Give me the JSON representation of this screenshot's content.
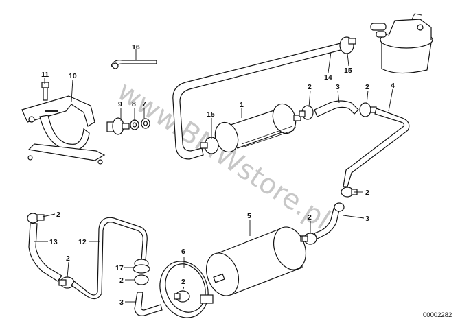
{
  "diagram": {
    "callouts": [
      "1",
      "2",
      "3",
      "4",
      "5",
      "6",
      "7",
      "8",
      "9",
      "10",
      "11",
      "12",
      "13",
      "14",
      "15",
      "16",
      "17"
    ],
    "reference_number": "00002282",
    "watermark": "www.BMWstore.pl"
  },
  "colors": {
    "line": "#111111",
    "background": "#ffffff",
    "watermark": "#9a9a9a"
  }
}
